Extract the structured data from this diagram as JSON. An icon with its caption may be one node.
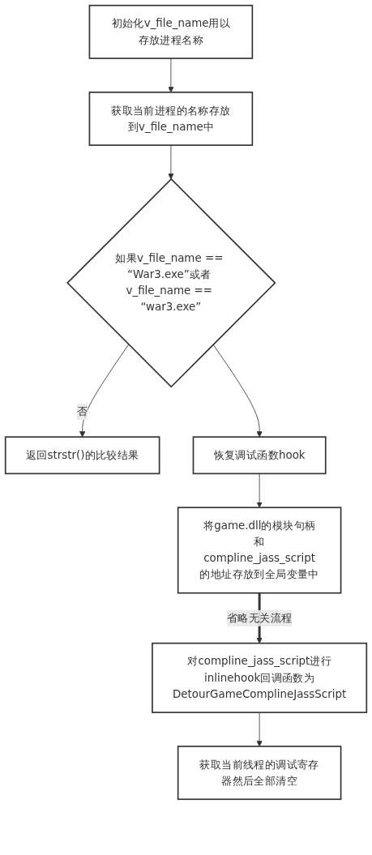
{
  "diagram": {
    "nodes": [
      {
        "text": [
          "初始化v_file_name用以存放进程名称"
        ]
      },
      {
        "text": [
          "获取当前进程的名称存放到v_file_name中"
        ]
      },
      {
        "text": [
          "如果v_file_name == “War3.exe”或者 v_file_name == “war3.exe”"
        ]
      },
      {
        "text": [
          "返回strstr()的比较结果"
        ]
      },
      {
        "text": [
          "恢复调试函数hook"
        ]
      },
      {
        "text": [
          "将game.dll的模块句柄和compline_jass_script的地址存放到全局变量中"
        ]
      },
      {
        "text": [
          "对compline_jass_script进行inlinehook回调函数为DetourGameComplineJassScript"
        ]
      },
      {
        "text": [
          "获取当前线程的调试寄存器然后全部清空"
        ]
      }
    ],
    "edges": [
      {
        "from": 0,
        "to": 1,
        "arrow": "to"
      },
      {
        "from": 1,
        "to": 2,
        "arrow": "to"
      },
      {
        "from": 2,
        "to": 3,
        "arrow": "to",
        "label": "否"
      },
      {
        "from": 2,
        "to": 4,
        "arrow": "to"
      },
      {
        "from": 4,
        "to": 5,
        "arrow": "to"
      },
      {
        "from": 5,
        "to": 6,
        "arrow": "to",
        "label": "省略无关流程",
        "style": "thick"
      },
      {
        "from": 6,
        "to": 7,
        "arrow": "to"
      }
    ]
  }
}
